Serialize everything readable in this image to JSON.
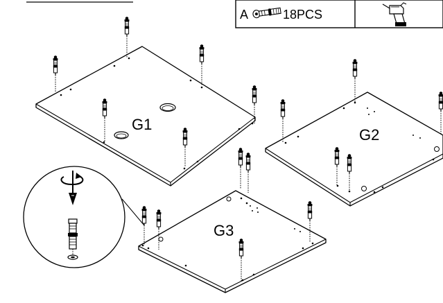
{
  "parts_box": {
    "letter": "A",
    "quantity": "18PCS",
    "part_icon": "cam-bolt-icon",
    "tool_icon": "power-drill-icon"
  },
  "panels": [
    {
      "id": "g1",
      "label": "G1"
    },
    {
      "id": "g2",
      "label": "G2"
    },
    {
      "id": "g3",
      "label": "G3"
    }
  ],
  "detail": {
    "rotate_icon": "rotate-clockwise-icon",
    "screwdriver_icon": "screwdriver-icon",
    "bolt_icon": "cam-bolt-icon"
  }
}
